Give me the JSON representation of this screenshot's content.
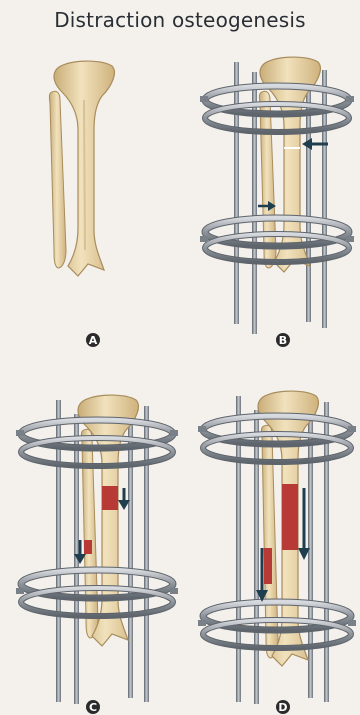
{
  "title": "Distraction osteogenesis",
  "panels": [
    {
      "id": "A",
      "frame": false,
      "corticotomy": false,
      "lengthening": "none"
    },
    {
      "id": "B",
      "frame": true,
      "corticotomy": true,
      "lengthening": "none",
      "compression_arrows": 2
    },
    {
      "id": "C",
      "frame": true,
      "corticotomy": true,
      "lengthening": "partial",
      "distraction_arrows": 2
    },
    {
      "id": "D",
      "frame": true,
      "corticotomy": true,
      "lengthening": "complete",
      "distraction_arrows": 2
    }
  ],
  "colors": {
    "bone": "#e8d3a5",
    "bone_shadow": "#c9ad78",
    "regenerate": "#b73a36",
    "arrow": "#1f3f4e",
    "frame_metal": "#9aa0a6",
    "badge": "#2b2b2b",
    "background": "#f4f1ec"
  }
}
